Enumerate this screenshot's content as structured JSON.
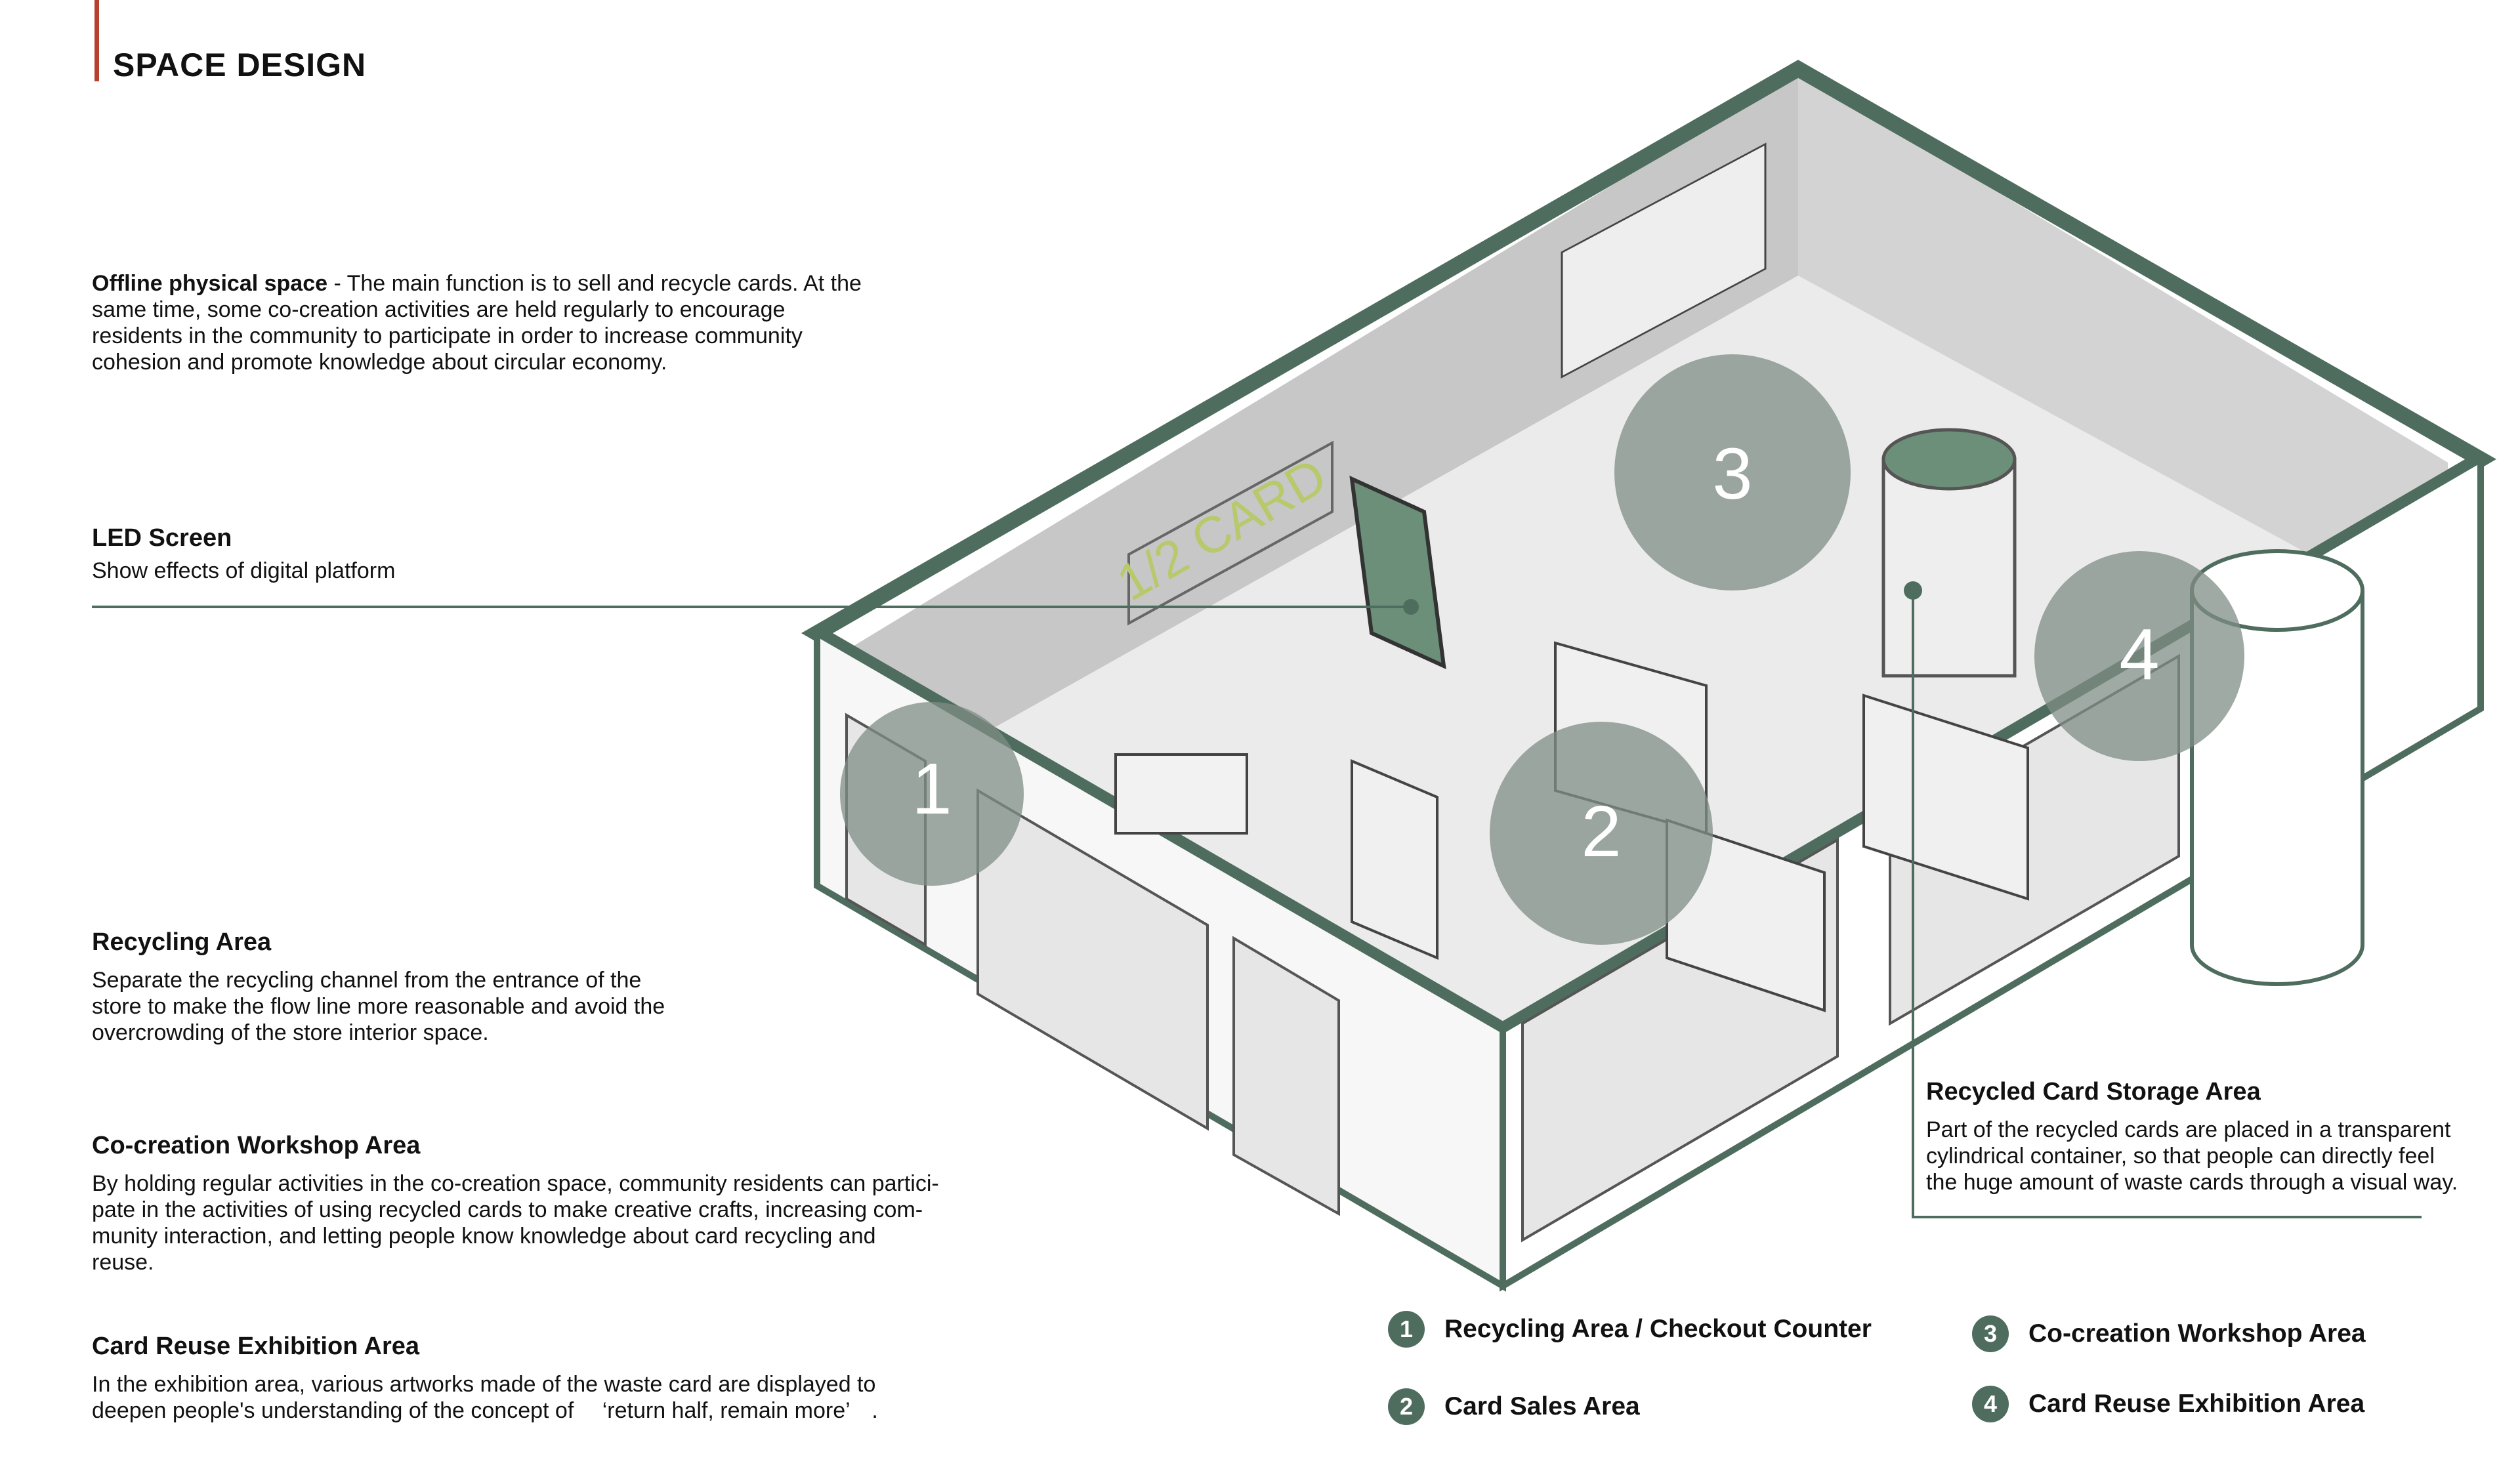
{
  "title": "SPACE DESIGN",
  "colors": {
    "accent": "#b5412f",
    "wall": "#4f6d5e",
    "circle": "#7f8e86",
    "floor": "#ebebeb"
  },
  "intro": {
    "lead": "Offline physical space",
    "lines": [
      " - The main function is to sell and recycle cards. At the",
      "same time, some co-creation activities are held regularly to encourage",
      "residents in the community to participate in order to increase community",
      "cohesion and promote knowledge about circular economy."
    ]
  },
  "sections": {
    "led": {
      "heading": "LED Screen",
      "body": [
        "Show effects of digital platform"
      ]
    },
    "recycling": {
      "heading": "Recycling Area",
      "body": [
        "Separate the recycling channel from the entrance of the",
        "store to make the flow line more reasonable and avoid the",
        "overcrowding of the store interior space."
      ]
    },
    "workshop": {
      "heading": "Co-creation Workshop Area",
      "body": [
        "By holding regular activities in the co-creation space, community residents can partici-",
        "pate in the activities of using recycled cards to make creative crafts, increasing com-",
        "munity interaction, and letting people know knowledge about card recycling and",
        "reuse."
      ]
    },
    "exhibition": {
      "heading": "Card Reuse Exhibition Area",
      "body": [
        "In the exhibition area, various artworks made of the waste card are displayed to",
        "deepen people's understanding of the concept of 　‘return half, remain more’　."
      ]
    },
    "storage": {
      "heading": "Recycled Card Storage Area",
      "body": [
        "Part of the recycled cards are placed in a transparent",
        "cylindrical container, so that people can directly feel",
        "the huge amount of waste cards through a visual way."
      ]
    }
  },
  "diagram": {
    "screen_text": "1/2 CARD",
    "zones": [
      "1",
      "2",
      "3",
      "4"
    ]
  },
  "legend": [
    {
      "num": "1",
      "label": "Recycling Area / Checkout Counter"
    },
    {
      "num": "2",
      "label": "Card Sales Area"
    },
    {
      "num": "3",
      "label": "Co-creation Workshop Area"
    },
    {
      "num": "4",
      "label": "Card Reuse Exhibition Area"
    }
  ]
}
